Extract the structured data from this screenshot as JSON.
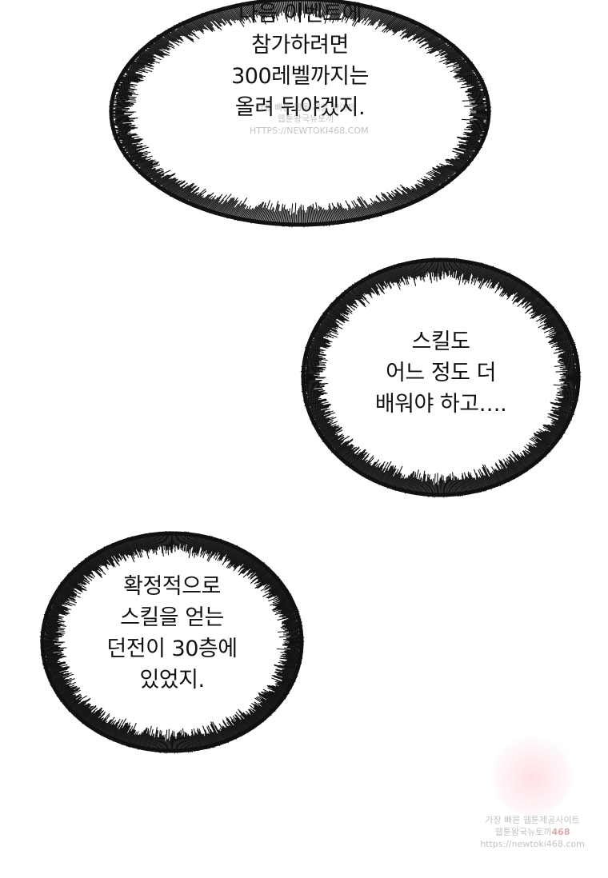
{
  "bubbles": [
    {
      "lines": [
        "다음 이벤트에",
        "참가하려면",
        "300레벨까지는",
        "올려 둬야겠지."
      ]
    },
    {
      "lines": [
        "스킬도",
        "어느 정도 더",
        "배워야 하고…."
      ]
    },
    {
      "lines": [
        "확정적으로",
        "스킬을 얻는",
        "던전이 30층에",
        "있었지."
      ]
    }
  ],
  "watermark_top": {
    "line1": "가장 빠른 웹툰 제공 사이트",
    "line2": "웹툰왕국뉴토끼",
    "line3": "HTTPS://NEWTOKI468.COM"
  },
  "watermark_bottom": {
    "line1": "가장 빠른 웹툰제공사이트",
    "line2": "웹툰왕국뉴토끼",
    "line2_accent": "468",
    "line3": "https://newtoki468.com"
  },
  "colors": {
    "bubble_border": "#111111",
    "background": "#ffffff",
    "text": "#111111"
  }
}
